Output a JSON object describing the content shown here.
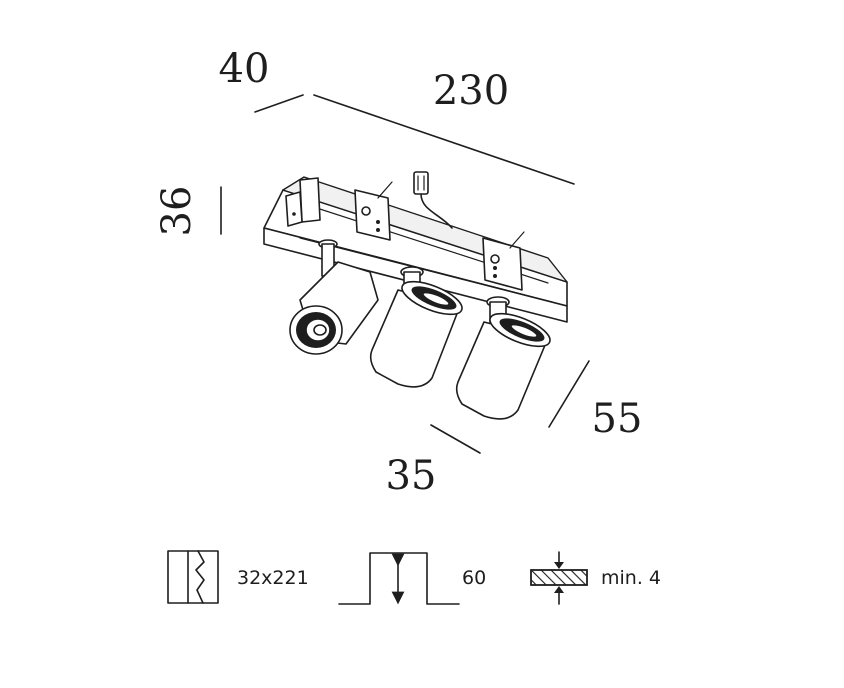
{
  "dimensions": {
    "depth_top": "40",
    "length": "230",
    "height": "36",
    "width_right": "55",
    "spot_diameter": "35"
  },
  "specs": {
    "cutout": {
      "icon": "cutout-icon",
      "value": "32x221"
    },
    "recess_depth": {
      "icon": "recess-depth-icon",
      "value": "60"
    },
    "ceiling_thickness": {
      "icon": "ceiling-thickness-icon",
      "value": "min. 4"
    }
  },
  "colors": {
    "line": "#1e1e1e",
    "background": "#ffffff"
  }
}
